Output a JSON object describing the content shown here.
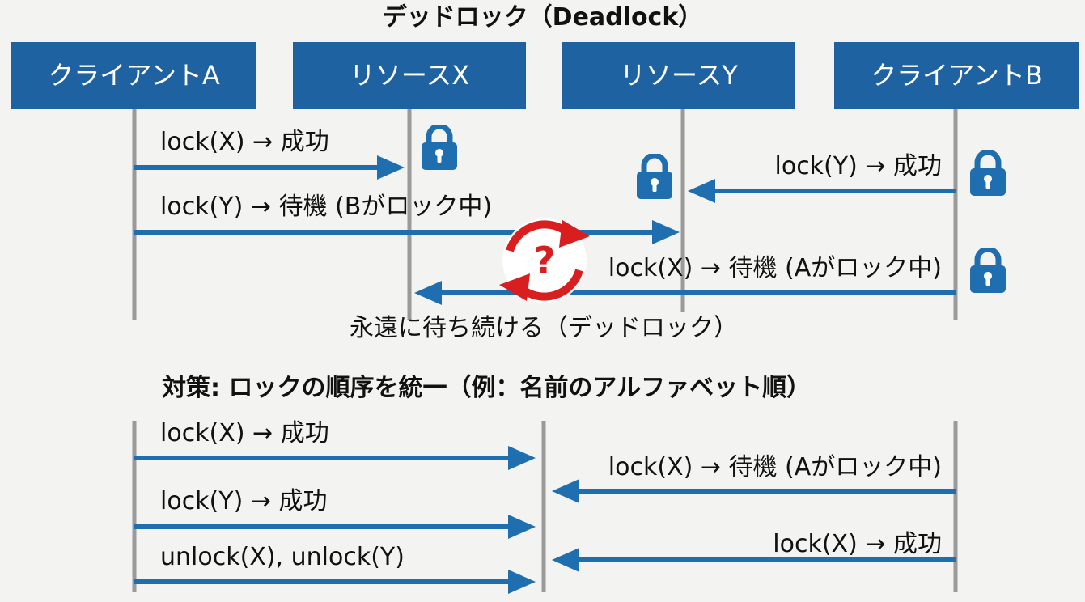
{
  "title": "デッドロック（Deadlock）",
  "participants": [
    "クライアントA",
    "リソースX",
    "リソースY",
    "クライアントB"
  ],
  "deadlock": {
    "messages": [
      "lock(X) → 成功",
      "lock(Y) → 成功",
      "lock(Y) → 待機 (Bがロック中)",
      "lock(X) → 待機 (Aがロック中)"
    ],
    "cycle_symbol": "?",
    "caption": "永遠に待ち続ける（デッドロック）"
  },
  "solution": {
    "title": "対策: ロックの順序を統一（例：名前のアルファベット順）",
    "messages": [
      "lock(X) → 成功",
      "lock(X) → 待機 (Aがロック中)",
      "lock(Y) → 成功",
      "lock(X) → 成功",
      "unlock(X), unlock(Y)"
    ]
  },
  "colors": {
    "header": "#1f62a2",
    "arrow": "#1f6fb0",
    "lifeline": "#9a9a9a",
    "lock": "#1f6fb0",
    "cycle": "#d81e1e"
  },
  "icons": [
    "lock-icon",
    "cycle-arrows-icon"
  ]
}
